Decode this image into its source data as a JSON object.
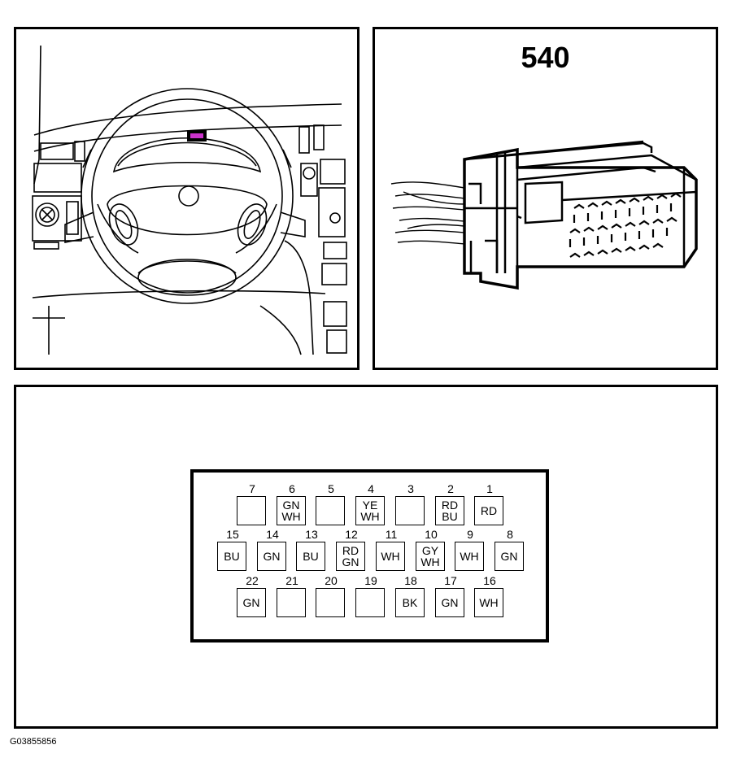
{
  "connector": {
    "id": "540"
  },
  "figure_id": "G03855856",
  "indicator_color": "#cc33cc",
  "pins": [
    {
      "num": "7",
      "wire": []
    },
    {
      "num": "6",
      "wire": [
        "GN",
        "WH"
      ]
    },
    {
      "num": "5",
      "wire": []
    },
    {
      "num": "4",
      "wire": [
        "YE",
        "WH"
      ]
    },
    {
      "num": "3",
      "wire": []
    },
    {
      "num": "2",
      "wire": [
        "RD",
        "BU"
      ]
    },
    {
      "num": "1",
      "wire": [
        "RD"
      ]
    },
    {
      "num": "15",
      "wire": [
        "BU"
      ]
    },
    {
      "num": "14",
      "wire": [
        "GN"
      ]
    },
    {
      "num": "13",
      "wire": [
        "BU"
      ]
    },
    {
      "num": "12",
      "wire": [
        "RD",
        "GN"
      ]
    },
    {
      "num": "11",
      "wire": [
        "WH"
      ]
    },
    {
      "num": "10",
      "wire": [
        "GY",
        "WH"
      ]
    },
    {
      "num": "9",
      "wire": [
        "WH"
      ]
    },
    {
      "num": "8",
      "wire": [
        "GN"
      ]
    },
    {
      "num": "22",
      "wire": [
        "GN"
      ]
    },
    {
      "num": "21",
      "wire": []
    },
    {
      "num": "20",
      "wire": []
    },
    {
      "num": "19",
      "wire": []
    },
    {
      "num": "18",
      "wire": [
        "BK"
      ]
    },
    {
      "num": "17",
      "wire": [
        "GN"
      ]
    },
    {
      "num": "16",
      "wire": [
        "WH"
      ]
    }
  ]
}
